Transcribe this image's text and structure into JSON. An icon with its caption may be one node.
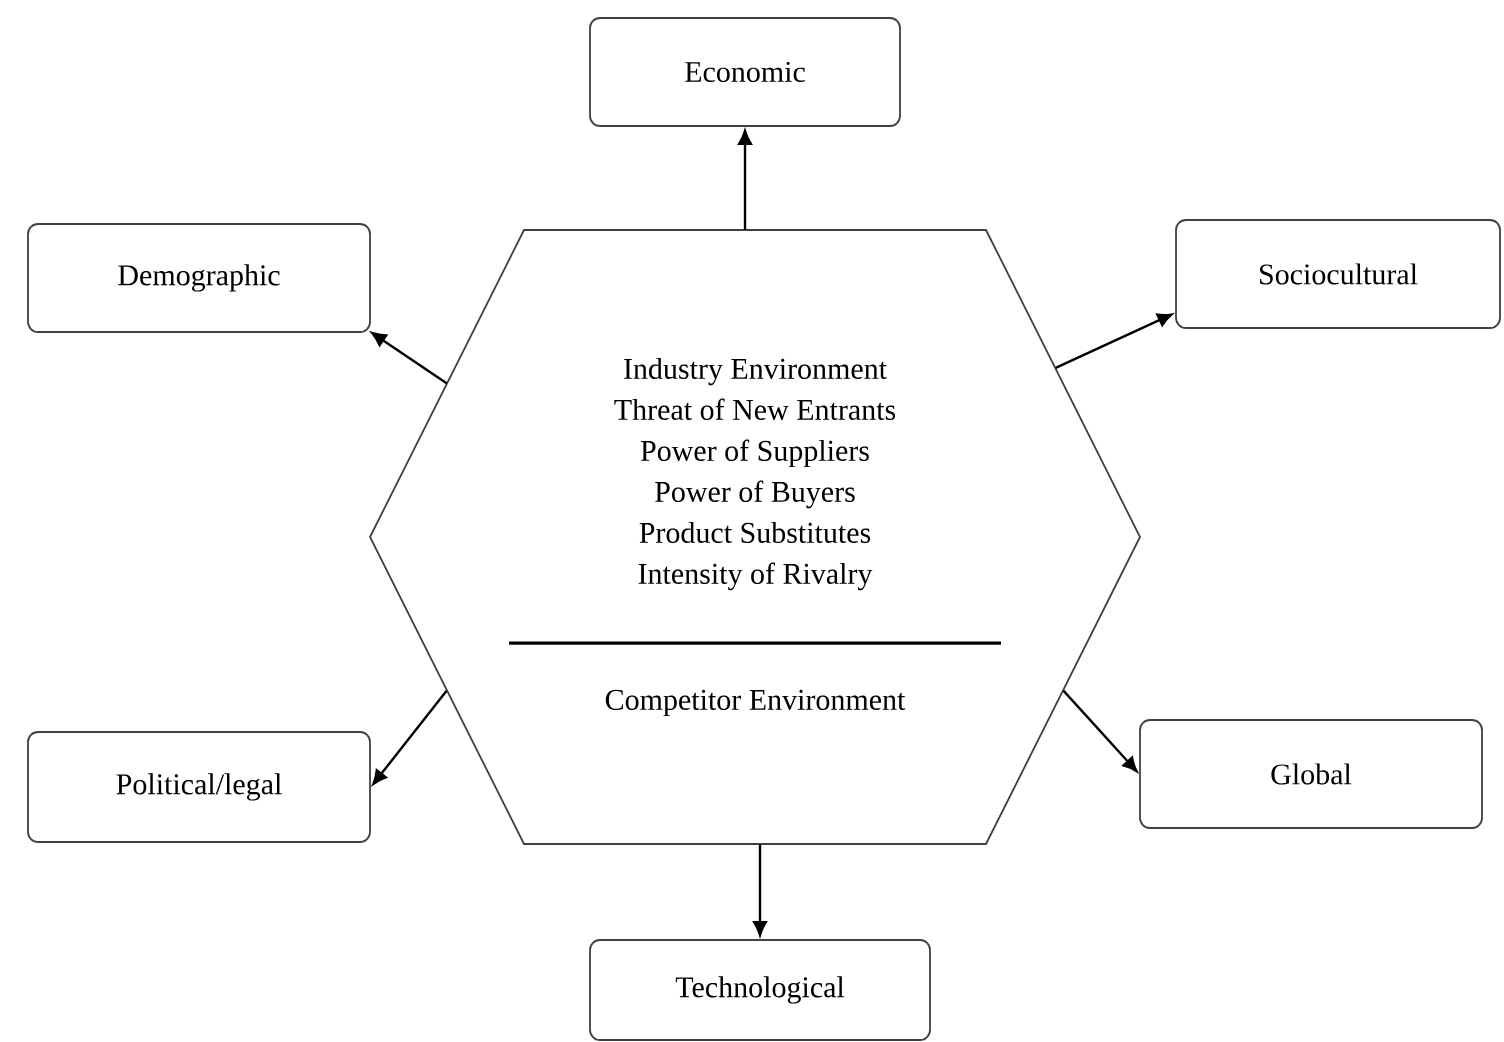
{
  "diagram": {
    "nodes": [
      {
        "text": [
          "Industry Environment",
          "Threat of New Entrants",
          "Power of Suppliers",
          "Power of Buyers",
          "Product Substitutes",
          "Intensity of Rivalry",
          "Competitor Environment"
        ]
      },
      {
        "text": [
          "Economic"
        ]
      },
      {
        "text": [
          "Demographic"
        ]
      },
      {
        "text": [
          "Sociocultural"
        ]
      },
      {
        "text": [
          "Political/legal"
        ]
      },
      {
        "text": [
          "Global"
        ]
      },
      {
        "text": [
          "Technological"
        ]
      }
    ],
    "edges": [
      {
        "from": 0,
        "to": 1,
        "arrow": "to"
      },
      {
        "from": 0,
        "to": 2,
        "arrow": "to"
      },
      {
        "from": 0,
        "to": 3,
        "arrow": "to"
      },
      {
        "from": 0,
        "to": 4,
        "arrow": "to"
      },
      {
        "from": 0,
        "to": 5,
        "arrow": "to"
      },
      {
        "from": 0,
        "to": 6,
        "arrow": "to"
      }
    ]
  }
}
